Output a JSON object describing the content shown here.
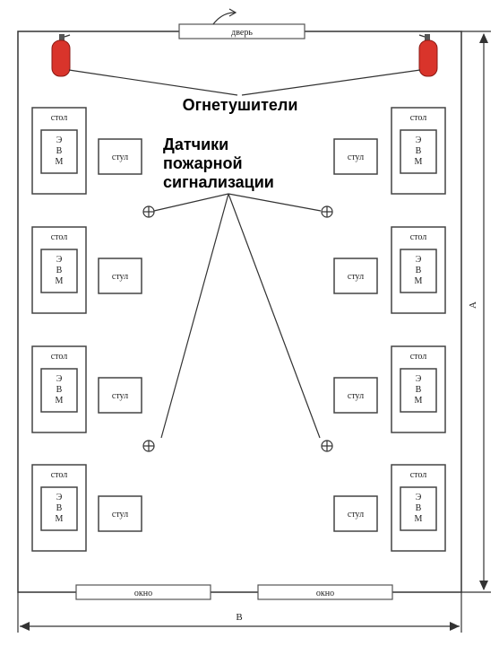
{
  "labels": {
    "door": "дверь",
    "window": "окно",
    "extinguishers": "Огнетушители",
    "detectors": [
      "Датчики",
      "пожарной",
      "сигнализации"
    ],
    "table": "стол",
    "chair": "стул",
    "computer": [
      "Э",
      "В",
      "М"
    ],
    "dim_a": "А",
    "dim_b": "В"
  },
  "colors": {
    "extinguisher": "#d9342b",
    "line": "#333333"
  }
}
